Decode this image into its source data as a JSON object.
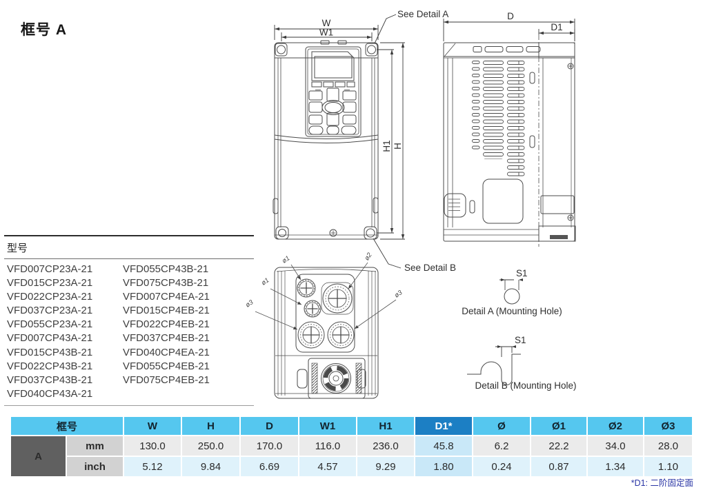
{
  "title": "框号 A",
  "model_section": {
    "heading": "型号",
    "left": [
      "VFD007CP23A-21",
      "VFD015CP23A-21",
      "VFD022CP23A-21",
      "VFD037CP23A-21",
      "VFD055CP23A-21",
      "VFD007CP43A-21",
      "VFD015CP43B-21",
      "VFD022CP43B-21",
      "VFD037CP43B-21",
      "VFD040CP43A-21"
    ],
    "right": [
      "VFD055CP43B-21",
      "VFD075CP43B-21",
      "VFD007CP4EA-21",
      "VFD015CP4EB-21",
      "VFD022CP4EB-21",
      "VFD037CP4EB-21",
      "VFD040CP4EA-21",
      "VFD055CP4EB-21",
      "VFD075CP4EB-21"
    ]
  },
  "drawing": {
    "labels": {
      "w": "W",
      "w1": "W1",
      "h": "H",
      "h1": "H1",
      "d": "D",
      "d1": "D1",
      "s1": "S1",
      "see_detail_a": "See Detail A",
      "see_detail_b": "See Detail B",
      "detail_a_caption": "Detail A (Mounting Hole)",
      "detail_b_caption": "Detail B (Mounting Hole)",
      "dia1": "ø1",
      "dia2": "ø2",
      "dia3": "ø3"
    }
  },
  "table": {
    "frame_header": "框号",
    "row_label": "A",
    "unit_mm": "mm",
    "unit_inch": "inch",
    "columns": [
      "W",
      "H",
      "D",
      "W1",
      "H1",
      "D1*",
      "Ø",
      "Ø1",
      "Ø2",
      "Ø3"
    ],
    "mm": [
      "130.0",
      "250.0",
      "170.0",
      "116.0",
      "236.0",
      "45.8",
      "6.2",
      "22.2",
      "34.0",
      "28.0"
    ],
    "inch": [
      "5.12",
      "9.84",
      "6.69",
      "4.57",
      "9.29",
      "1.80",
      "0.24",
      "0.87",
      "1.34",
      "1.10"
    ],
    "highlight_column": "D1*",
    "colors": {
      "header_bg": "#55C7EF",
      "highlight_header_bg": "#1C7FC4",
      "frame_cell_bg": "#606060",
      "unit_cell_bg": "#D2D2D2",
      "mm_row_bg": "#EBEBEB",
      "inch_row_bg": "#DFF2FB",
      "highlight_cell_bg": "#C9E8F8"
    }
  },
  "footnote": "*D1: 二阶固定面"
}
